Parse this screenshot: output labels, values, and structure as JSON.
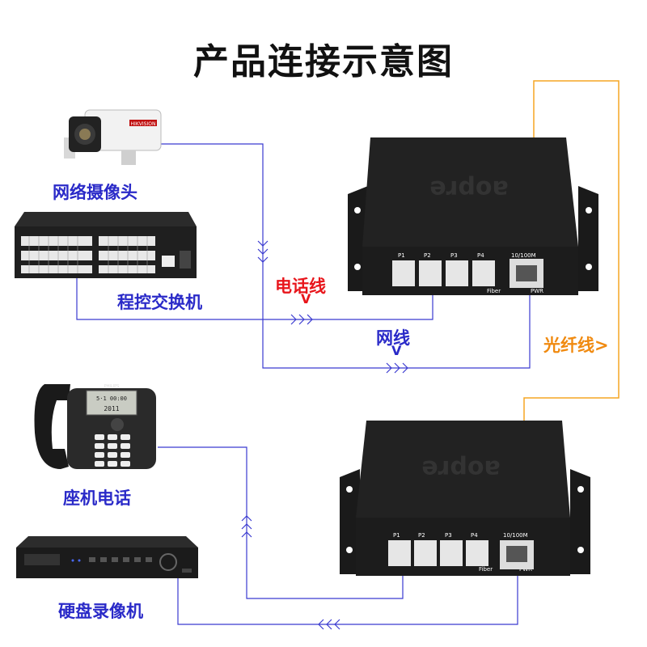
{
  "title": "产品连接示意图",
  "labels": {
    "camera": "网络摄像头",
    "pbx": "程控交换机",
    "phone": "座机电话",
    "dvr": "硬盘录像机",
    "phone_line": "电话线",
    "phone_line_mark": "V",
    "network_line": "网线",
    "network_line_mark": "V",
    "fiber_line": "光纤线>"
  },
  "device_text": {
    "brand": "aopre",
    "ports": [
      "P1",
      "P2",
      "P3",
      "P4"
    ],
    "eth": "10/100M",
    "fiber": "Fiber",
    "pwr": "PWR",
    "camera_brand": "HIKVISION",
    "phone_brand": "PHILIPS",
    "phone_screen_top": "5·1 00:00",
    "phone_screen_bottom": "2011"
  },
  "colors": {
    "blue_line": "#3a3ad0",
    "orange_line": "#f5a623",
    "label_blue": "#2a2ac8",
    "label_red": "#e8151b",
    "label_orange": "#f08a10"
  }
}
